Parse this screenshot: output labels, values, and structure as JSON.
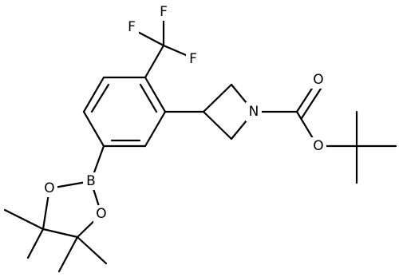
{
  "molecule": {
    "atoms": {
      "F_top": "F",
      "F_left": "F",
      "F_right": "F",
      "N": "N",
      "O_carbonyl": "O",
      "O_ester": "O",
      "B": "B",
      "O_ring_left": "O",
      "O_ring_right": "O"
    },
    "colors": {
      "bond": "#000000",
      "label": "#000000",
      "background": "#ffffff"
    }
  }
}
